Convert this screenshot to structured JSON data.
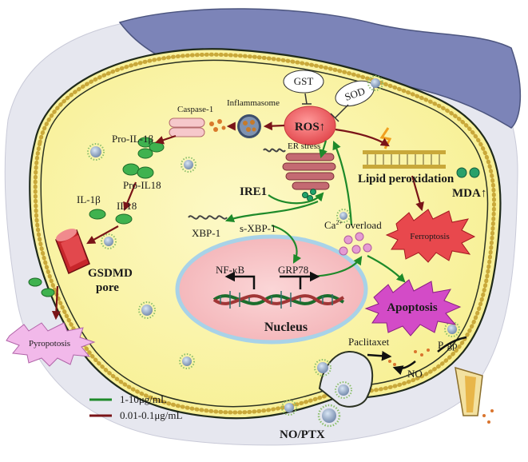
{
  "labels": {
    "gst": "GST",
    "sod": "SOD",
    "ros": "ROS↑",
    "inflammasome": "Inflammasome",
    "caspase1": "Caspase-1",
    "pro_il1b": "Pro-IL-1β",
    "pro_il18": "Pro-IL18",
    "il1b": "IL-1β",
    "il18": "IL18",
    "gsdmd_line1": "GSDMD",
    "gsdmd_line2": "pore",
    "pyroptosis": "Pyropotosis",
    "er_stress": "ER stress",
    "ire1": "IRE1",
    "xbp1": "XBP-1",
    "sxbp1": "s-XBP-1",
    "ca_overload_prefix": "Ca",
    "ca_overload_sup": "2+",
    "ca_overload_suffix": " overload",
    "lipid_peroxidation": "Lipid peroxidation",
    "mda": "MDA↑",
    "ferroptosis": "Ferroptosis",
    "nfkb": "NF-κB",
    "grp78": "GRP78",
    "nucleus": "Nucleus",
    "apoptosis": "Apoptosis",
    "paclitaxel": "Paclitaxet",
    "pgp": "P-gp",
    "no": "NO",
    "no_ptx": "NO/PTX"
  },
  "legend": [
    {
      "label": "1-10μg/mL",
      "color": "#1e8a2a"
    },
    {
      "label": "0.01-0.1μg/mL",
      "color": "#7a1418"
    }
  ],
  "colors": {
    "green_path": "#1e8a2a",
    "dark_red_path": "#7a1418",
    "cytoplasm": "#fbf6b0",
    "nucleus": "#f8c7c9",
    "extracellular": "#e5e6ee"
  }
}
